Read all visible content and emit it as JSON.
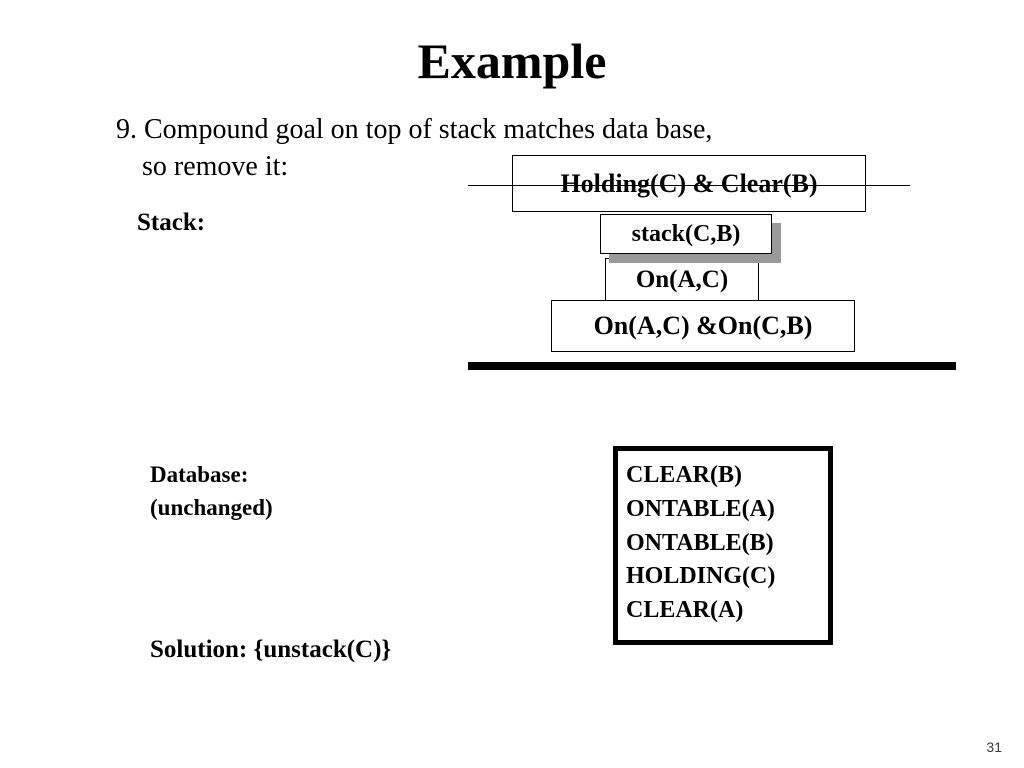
{
  "slide": {
    "title": "Example",
    "page_number": "31",
    "bullet": {
      "line1": "9. Compound goal on top of stack matches data base,",
      "line2": "so remove it:"
    },
    "labels": {
      "stack": "Stack:",
      "database": "Database:",
      "database_note": "(unchanged)",
      "solution": "Solution: {unstack(C)}"
    },
    "stack_diagram": {
      "goal_struck": "Holding(C) & Clear(B)",
      "operator": "stack(C,B)",
      "subgoal": "On(A,C)",
      "conjunction": "On(A,C) &On(C,B)"
    },
    "database": {
      "items": [
        "CLEAR(B)",
        "ONTABLE(A)",
        "ONTABLE(B)",
        "HOLDING(C)",
        "CLEAR(A)"
      ]
    },
    "colors": {
      "ink": "#000000",
      "paper": "#ffffff",
      "shadow": "#9a9a9a",
      "page_number": "#3c3c3c"
    }
  }
}
